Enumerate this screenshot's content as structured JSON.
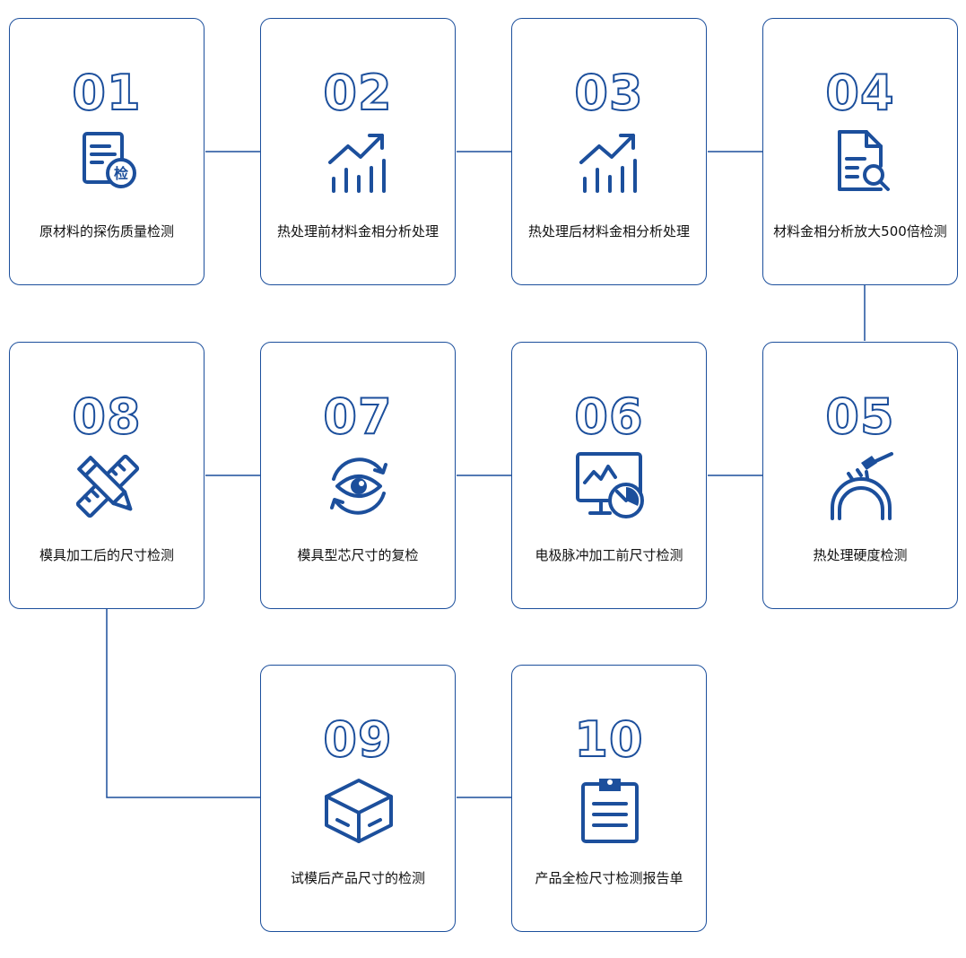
{
  "steps": [
    {
      "num": "01",
      "label": "原材料的探伤质量检测",
      "icon": "document-inspection-icon"
    },
    {
      "num": "02",
      "label": "热处理前材料金相分析处理",
      "icon": "growth-chart-icon"
    },
    {
      "num": "03",
      "label": "热处理后材料金相分析处理",
      "icon": "growth-chart-icon"
    },
    {
      "num": "04",
      "label": "材料金相分析放大500倍检测",
      "icon": "document-search-icon"
    },
    {
      "num": "05",
      "label": "热处理硬度检测",
      "icon": "hammer-ring-icon"
    },
    {
      "num": "06",
      "label": "电极脉冲加工前尺寸检测",
      "icon": "monitor-gauge-icon"
    },
    {
      "num": "07",
      "label": "模具型芯尺寸的复检",
      "icon": "eye-refresh-icon"
    },
    {
      "num": "08",
      "label": "模具加工后的尺寸检测",
      "icon": "pencil-ruler-icon"
    },
    {
      "num": "09",
      "label": "试模后产品尺寸的检测",
      "icon": "box-icon"
    },
    {
      "num": "10",
      "label": "产品全检尺寸检测报告单",
      "icon": "clipboard-icon"
    }
  ],
  "badge_char": "检",
  "colors": {
    "accent": "#1c4f9c",
    "text": "#111111",
    "background": "#ffffff"
  }
}
